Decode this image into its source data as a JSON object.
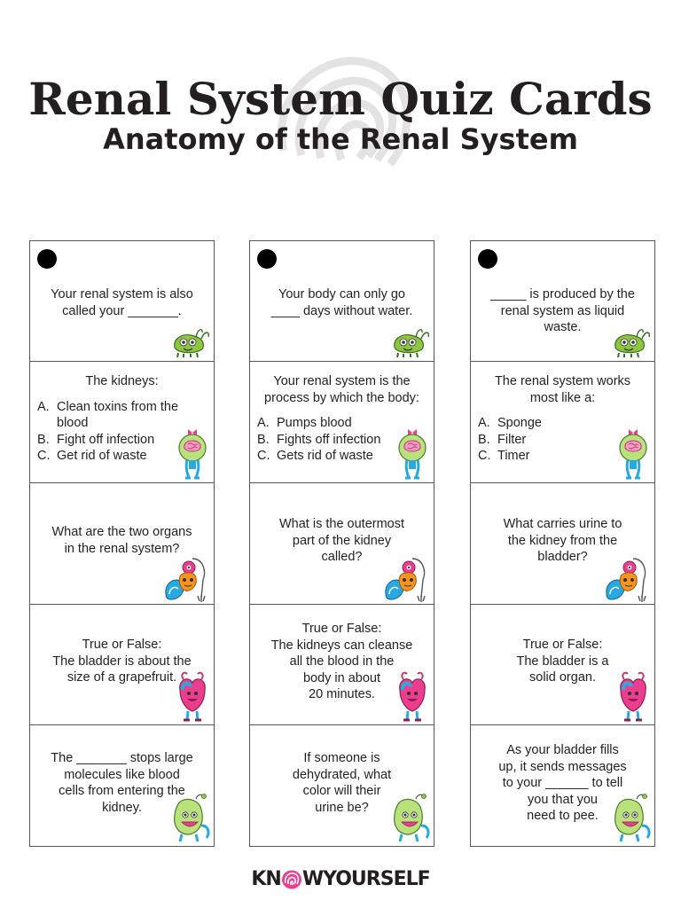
{
  "title": "Renal System Quiz Cards",
  "subtitle": "Anatomy of the Renal System",
  "colors": {
    "green": "#7ac143",
    "pink": "#ec3e8f",
    "blue": "#27a9e1",
    "orange": "#f7941d"
  },
  "columns": [
    {
      "cards": [
        {
          "type": "text",
          "text": "Your renal system is also\ncalled your _______.",
          "icon": "green-bug-monster-icon"
        },
        {
          "type": "mc",
          "stem": "The kidneys:",
          "options": [
            {
              "letter": "A.",
              "text": "Clean toxins from the blood"
            },
            {
              "letter": "B.",
              "text": "Fight off infection"
            },
            {
              "letter": "C.",
              "text": "Get rid of waste"
            }
          ],
          "icon": "brain-monster-icon"
        },
        {
          "type": "text",
          "text": "What are the two organs\nin the renal system?",
          "icon": "kidney-monster-icon"
        },
        {
          "type": "text",
          "text": "True or False:\nThe bladder is about the\nsize of a grapefruit.",
          "icon": "heart-monster-icon"
        },
        {
          "type": "text",
          "text": "The _______ stops large\nmolecules like blood\ncells from entering the\nkidney.",
          "icon": "antenna-monster-icon"
        }
      ]
    },
    {
      "cards": [
        {
          "type": "text",
          "text": "Your body can only go\n____ days without water.",
          "icon": "green-bug-monster-icon"
        },
        {
          "type": "mc",
          "stem": "Your renal system is the\nprocess by which the body:",
          "options": [
            {
              "letter": "A.",
              "text": "Pumps blood"
            },
            {
              "letter": "B.",
              "text": "Fights off infection"
            },
            {
              "letter": "C.",
              "text": "Gets rid of waste"
            }
          ],
          "icon": "brain-monster-icon"
        },
        {
          "type": "text",
          "text": "What is the outermost\npart of the kidney\ncalled?",
          "icon": "kidney-monster-icon"
        },
        {
          "type": "text",
          "text": "True or False:\nThe kidneys can cleanse\nall the blood in the\nbody in about\n20 minutes.",
          "icon": "heart-monster-icon"
        },
        {
          "type": "text",
          "text": "If someone is\ndehydrated, what\ncolor will their\nurine be?",
          "icon": "antenna-monster-icon"
        }
      ]
    },
    {
      "cards": [
        {
          "type": "text",
          "text": "_____ is produced by the\nrenal system as liquid\nwaste.",
          "icon": "green-bug-monster-icon"
        },
        {
          "type": "mc",
          "stem": "The renal system works\nmost like a:",
          "options": [
            {
              "letter": "A.",
              "text": "Sponge"
            },
            {
              "letter": "B.",
              "text": "Filter"
            },
            {
              "letter": "C.",
              "text": "Timer"
            }
          ],
          "icon": "brain-monster-icon"
        },
        {
          "type": "text",
          "text": "What carries urine to\nthe kidney from the\nbladder?",
          "icon": "kidney-monster-icon"
        },
        {
          "type": "text",
          "text": "True or False:\nThe bladder is a\nsolid organ.",
          "icon": "heart-monster-icon"
        },
        {
          "type": "text",
          "text": "As your bladder fills\nup, it sends messages\nto your ______ to tell\nyou that you\nneed to pee.",
          "icon": "antenna-monster-icon"
        }
      ]
    }
  ],
  "footer": {
    "logo_left": "KN",
    "logo_right": "WYOURSELF",
    "logo_icon": "fingerprint-o-icon"
  }
}
